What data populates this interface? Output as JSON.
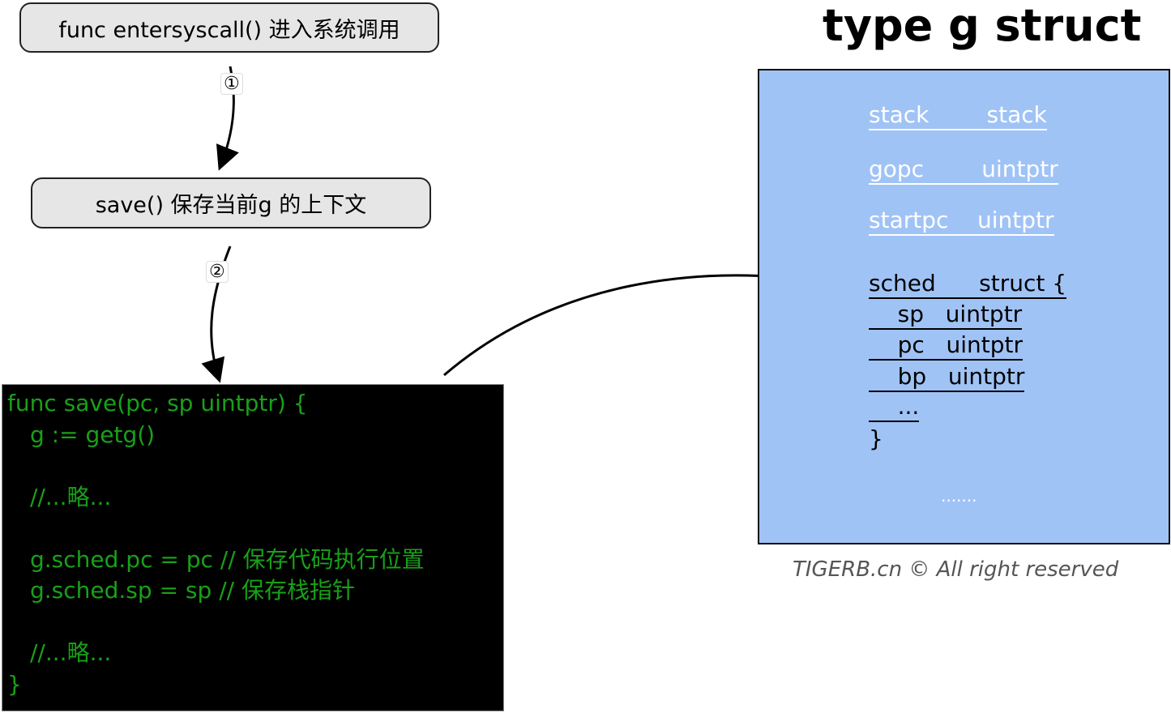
{
  "flow": {
    "step1_box": "func entersyscall()   进入系统调用",
    "step1_marker": "①",
    "step2_box": "save()  保存当前g 的上下文",
    "step2_marker": "②"
  },
  "code": {
    "lines": [
      "func save(pc, sp uintptr) {",
      "g := getg()",
      "",
      "//...略...",
      "",
      "g.sched.pc = pc // 保存代码执行位置",
      "g.sched.sp = sp // 保存栈指针",
      "",
      "//...略...",
      "}"
    ],
    "text_color": "#19a019"
  },
  "struct": {
    "title": "type g struct",
    "fields": [
      "stack        stack",
      "gopc        uintptr",
      "startpc    uintptr"
    ],
    "sched": [
      "sched      struct {",
      "    sp   uintptr",
      "    pc   uintptr",
      "    bp   uintptr",
      "    ...",
      "}"
    ],
    "more": ".......",
    "bg_color": "#a0c3f6"
  },
  "footer": "TIGERB.cn © All right reserved"
}
